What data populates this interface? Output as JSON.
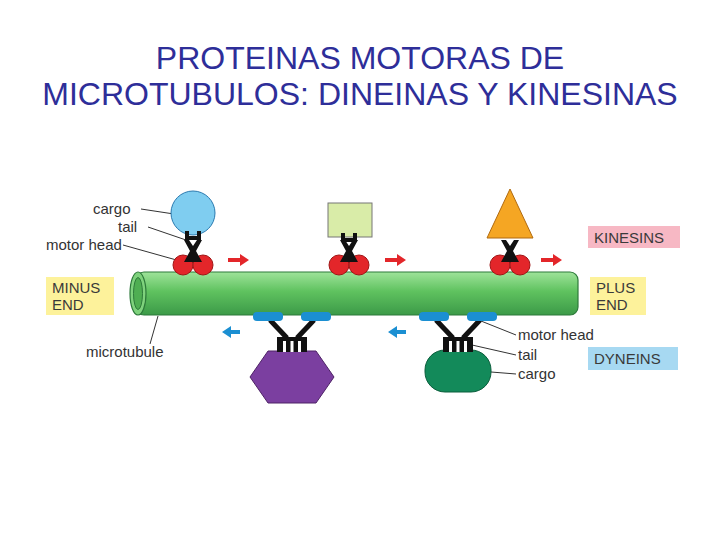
{
  "diagram": {
    "title": "PROTEINAS MOTORAS DE MICROTUBULOS: DINEINAS Y KINESINAS",
    "nodes": [
      {
        "text": [
          "KINESINS"
        ]
      },
      {
        "text": [
          "MINUS END"
        ]
      },
      {
        "text": [
          "PLUS END"
        ]
      },
      {
        "text": [
          "DYNEINS"
        ]
      }
    ],
    "labels": [
      "cargo",
      "tail",
      "motor head",
      "microtubule",
      "motor head",
      "tail",
      "cargo"
    ]
  }
}
